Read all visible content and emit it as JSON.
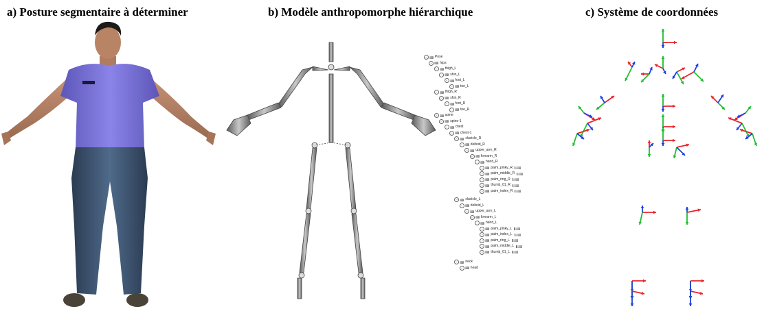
{
  "panels": {
    "a": {
      "title": "a) Posture segmentaire à déterminer"
    },
    "b": {
      "title": "b) Modèle anthropomorphe hiérarchique"
    },
    "c": {
      "title": "c) Système de coordonnées"
    }
  },
  "hierarchy": [
    {
      "label": "Pose",
      "depth": 0
    },
    {
      "label": "hips",
      "depth": 1
    },
    {
      "label": "thigh_L",
      "depth": 2
    },
    {
      "label": "shin_L",
      "depth": 3
    },
    {
      "label": "foot_L",
      "depth": 4
    },
    {
      "label": "toe_L",
      "depth": 5
    },
    {
      "label": "thigh_R",
      "depth": 2
    },
    {
      "label": "shin_R",
      "depth": 3
    },
    {
      "label": "foot_R",
      "depth": 4
    },
    {
      "label": "toe_R",
      "depth": 5
    },
    {
      "label": "spine",
      "depth": 2
    },
    {
      "label": "spine-1",
      "depth": 3
    },
    {
      "label": "chest",
      "depth": 4
    },
    {
      "label": "chest-1",
      "depth": 5
    },
    {
      "label": "clavicle_R",
      "depth": 6
    },
    {
      "label": "deltoid_R",
      "depth": 7
    },
    {
      "label": "upper_arm_R",
      "depth": 8
    },
    {
      "label": "forearm_R",
      "depth": 9
    },
    {
      "label": "hand_R",
      "depth": 10
    },
    {
      "label": "palm_pinky_R",
      "depth": 11
    },
    {
      "label": "palm_middle_R",
      "depth": 11
    },
    {
      "label": "palm_ring_R",
      "depth": 11
    },
    {
      "label": "thumb_01_R",
      "depth": 11
    },
    {
      "label": "palm_index_R",
      "depth": 11
    },
    {
      "label": "clavicle_L",
      "depth": 6
    },
    {
      "label": "deltoid_L",
      "depth": 7
    },
    {
      "label": "upper_arm_L",
      "depth": 8
    },
    {
      "label": "forearm_L",
      "depth": 9
    },
    {
      "label": "hand_L",
      "depth": 10
    },
    {
      "label": "palm_pinky_L",
      "depth": 11
    },
    {
      "label": "palm_index_L",
      "depth": 11
    },
    {
      "label": "palm_ring_L",
      "depth": 11
    },
    {
      "label": "palm_middle_L",
      "depth": 11
    },
    {
      "label": "thumb_01_L",
      "depth": 11
    },
    {
      "label": "neck",
      "depth": 6
    },
    {
      "label": "head",
      "depth": 7
    }
  ],
  "colors": {
    "shirt": "#7b74d8",
    "jeans": "#3e5570",
    "skin": "#c08a6c",
    "bone": "#9a9a9a",
    "axis_x": "#e8242b",
    "axis_y": "#1fbf2f",
    "axis_z": "#1f3fe0"
  }
}
